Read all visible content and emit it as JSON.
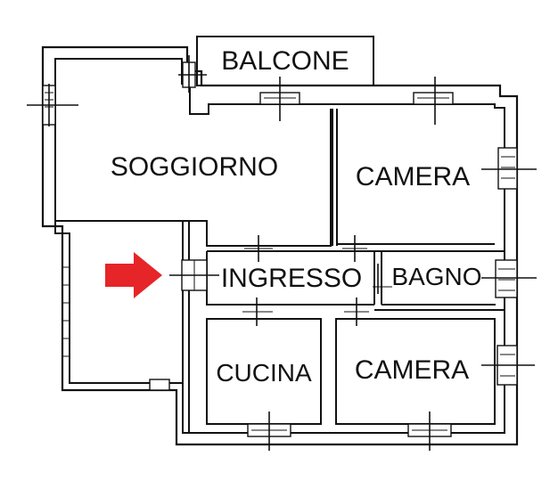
{
  "rooms": {
    "balcone": "BALCONE",
    "soggiorno": "SOGGIORNO",
    "camera_top": "CAMERA",
    "ingresso": "INGRESSO",
    "bagno": "BAGNO",
    "cucina": "CUCINA",
    "camera_bottom": "CAMERA"
  },
  "arrow": {
    "icon": "arrow-right-icon",
    "color": "#e52528"
  }
}
